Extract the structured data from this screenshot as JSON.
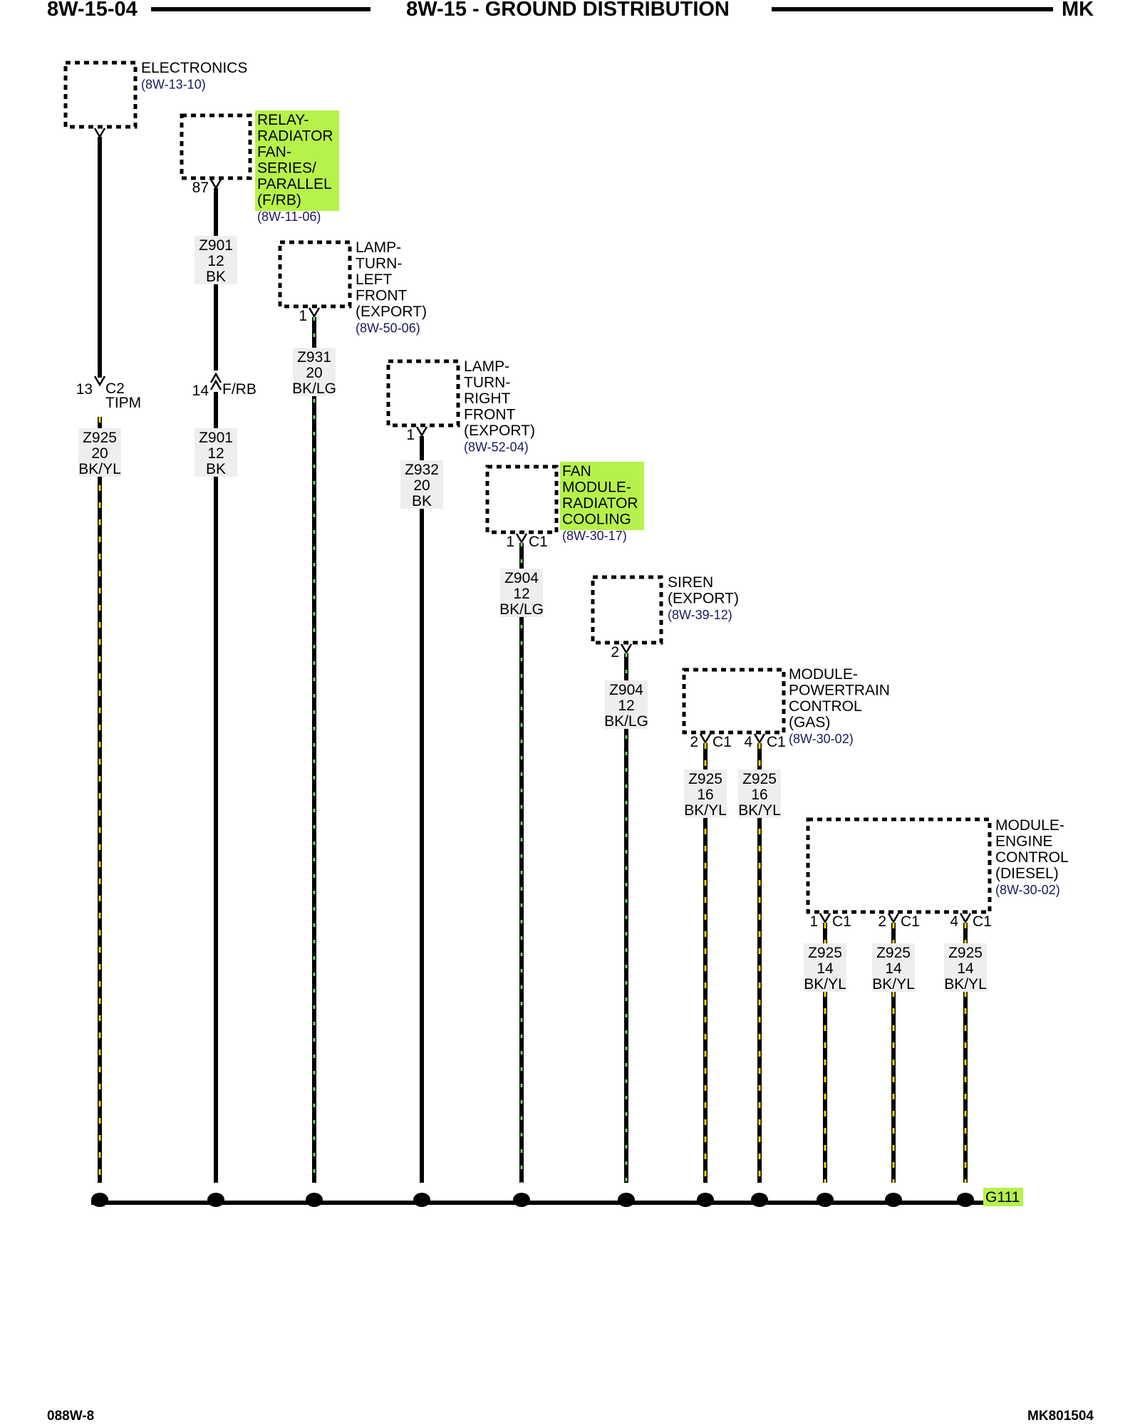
{
  "header": {
    "page_code": "8W-15-04",
    "title": "8W-15 - GROUND DISTRIBUTION",
    "model": "MK"
  },
  "footer": {
    "left": "088W-8",
    "right": "MK801504"
  },
  "ground": {
    "name": "G111",
    "highlight": "#b6f24a"
  },
  "colors": {
    "highlight": "#b6f24a",
    "yellow_stripe": "#f2d600",
    "green_stripe": "#6fd26f",
    "reference": "#1a1a5e"
  },
  "components": [
    {
      "id": "electronics",
      "lines": [
        "ELECTRONICS"
      ],
      "ref": "(8W-13-10)",
      "highlight": false
    },
    {
      "id": "relay-radiator-fan",
      "lines": [
        "RELAY-",
        "RADIATOR",
        "FAN-",
        "SERIES/",
        "PARALLEL",
        "(F/RB)"
      ],
      "ref": "(8W-11-06)",
      "highlight": true
    },
    {
      "id": "lamp-turn-left-front",
      "lines": [
        "LAMP-",
        "TURN-",
        "LEFT",
        "FRONT",
        "(EXPORT)"
      ],
      "ref": "(8W-50-06)",
      "highlight": false
    },
    {
      "id": "lamp-turn-right-front",
      "lines": [
        "LAMP-",
        "TURN-",
        "RIGHT",
        "FRONT",
        "(EXPORT)"
      ],
      "ref": "(8W-52-04)",
      "highlight": false
    },
    {
      "id": "fan-module-radiator-cooling",
      "lines": [
        "FAN",
        "MODULE-",
        "RADIATOR",
        "COOLING"
      ],
      "ref": "(8W-30-17)",
      "highlight": true
    },
    {
      "id": "siren",
      "lines": [
        "SIREN",
        "(EXPORT)"
      ],
      "ref": "(8W-39-12)",
      "highlight": false
    },
    {
      "id": "module-powertrain-control",
      "lines": [
        "MODULE-",
        "POWERTRAIN",
        "CONTROL",
        "(GAS)"
      ],
      "ref": "(8W-30-02)",
      "highlight": false
    },
    {
      "id": "module-engine-control",
      "lines": [
        "MODULE-",
        "ENGINE",
        "CONTROL",
        "(DIESEL)"
      ],
      "ref": "(8W-30-02)",
      "highlight": false
    }
  ],
  "pins": [
    {
      "id": "electronics-out",
      "pin": "",
      "connector": ""
    },
    {
      "id": "relay-87",
      "pin": "87",
      "connector": ""
    },
    {
      "id": "lamp-left-1",
      "pin": "1",
      "connector": ""
    },
    {
      "id": "lamp-right-1",
      "pin": "1",
      "connector": ""
    },
    {
      "id": "fan-1",
      "pin": "1",
      "connector": "C1"
    },
    {
      "id": "siren-2",
      "pin": "2",
      "connector": ""
    },
    {
      "id": "pcm-2",
      "pin": "2",
      "connector": "C1"
    },
    {
      "id": "pcm-4",
      "pin": "4",
      "connector": "C1"
    },
    {
      "id": "ecm-1",
      "pin": "1",
      "connector": "C1"
    },
    {
      "id": "ecm-2",
      "pin": "2",
      "connector": "C1"
    },
    {
      "id": "ecm-4",
      "pin": "4",
      "connector": "C1"
    }
  ],
  "inline_connectors": [
    {
      "id": "c2-tipm",
      "pin": "13",
      "lines": [
        "C2",
        "TIPM"
      ]
    },
    {
      "id": "f-rb",
      "pin": "14",
      "lines": [
        "F/RB"
      ]
    }
  ],
  "wires": [
    {
      "id": "z925-upper",
      "circuit": "Z925",
      "gauge": "20",
      "color": "BK/YL"
    },
    {
      "id": "z901-upper",
      "circuit": "Z901",
      "gauge": "12",
      "color": "BK"
    },
    {
      "id": "z901-lower",
      "circuit": "Z901",
      "gauge": "12",
      "color": "BK"
    },
    {
      "id": "z931",
      "circuit": "Z931",
      "gauge": "20",
      "color": "BK/LG"
    },
    {
      "id": "z932",
      "circuit": "Z932",
      "gauge": "20",
      "color": "BK"
    },
    {
      "id": "z904-fan",
      "circuit": "Z904",
      "gauge": "12",
      "color": "BK/LG"
    },
    {
      "id": "z904-siren",
      "circuit": "Z904",
      "gauge": "12",
      "color": "BK/LG"
    },
    {
      "id": "z925-pcm2",
      "circuit": "Z925",
      "gauge": "16",
      "color": "BK/YL"
    },
    {
      "id": "z925-pcm4",
      "circuit": "Z925",
      "gauge": "16",
      "color": "BK/YL"
    },
    {
      "id": "z925-ecm1",
      "circuit": "Z925",
      "gauge": "14",
      "color": "BK/YL"
    },
    {
      "id": "z925-ecm2",
      "circuit": "Z925",
      "gauge": "14",
      "color": "BK/YL"
    },
    {
      "id": "z925-ecm4",
      "circuit": "Z925",
      "gauge": "14",
      "color": "BK/YL"
    }
  ]
}
